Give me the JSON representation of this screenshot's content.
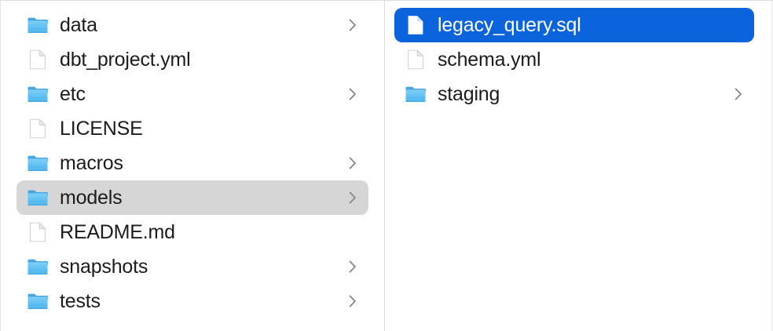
{
  "app": {
    "view": "column-browser",
    "colors": {
      "selection_blue": "#0c64dd",
      "selection_gray": "#d6d6d6",
      "folder_blue": "#5ec1f2",
      "text": "#1c1c1e",
      "text_selected": "#ffffff",
      "divider": "#dcdcdc"
    }
  },
  "columns": [
    {
      "name": "project-root-column",
      "items": [
        {
          "label": "data",
          "icon": "folder-icon",
          "kind": "folder",
          "chevron": true,
          "state": "normal"
        },
        {
          "label": "dbt_project.yml",
          "icon": "file-icon",
          "kind": "file",
          "chevron": false,
          "state": "normal"
        },
        {
          "label": "etc",
          "icon": "folder-icon",
          "kind": "folder",
          "chevron": true,
          "state": "normal"
        },
        {
          "label": "LICENSE",
          "icon": "file-icon",
          "kind": "file",
          "chevron": false,
          "state": "normal"
        },
        {
          "label": "macros",
          "icon": "folder-icon",
          "kind": "folder",
          "chevron": true,
          "state": "normal"
        },
        {
          "label": "models",
          "icon": "folder-icon",
          "kind": "folder",
          "chevron": true,
          "state": "selected-gray"
        },
        {
          "label": "README.md",
          "icon": "file-icon",
          "kind": "file",
          "chevron": false,
          "state": "normal"
        },
        {
          "label": "snapshots",
          "icon": "folder-icon",
          "kind": "folder",
          "chevron": true,
          "state": "normal"
        },
        {
          "label": "tests",
          "icon": "folder-icon",
          "kind": "folder",
          "chevron": true,
          "state": "normal"
        }
      ]
    },
    {
      "name": "models-column",
      "items": [
        {
          "label": "legacy_query.sql",
          "icon": "file-icon",
          "kind": "file",
          "chevron": false,
          "state": "selected-blue"
        },
        {
          "label": "schema.yml",
          "icon": "file-icon",
          "kind": "file",
          "chevron": false,
          "state": "normal"
        },
        {
          "label": "staging",
          "icon": "folder-icon",
          "kind": "folder",
          "chevron": true,
          "state": "normal"
        }
      ]
    }
  ]
}
